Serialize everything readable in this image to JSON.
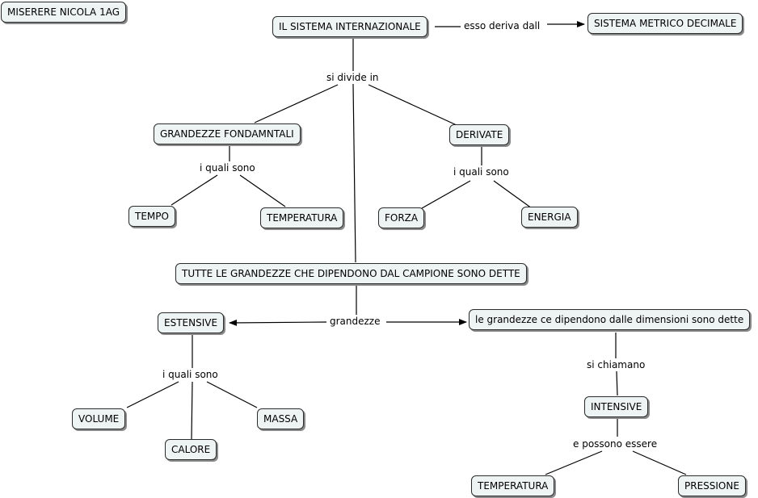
{
  "concepts": {
    "author": "MISERERE NICOLA 1AG",
    "si": "IL SISTEMA INTERNAZIONALE",
    "metrico": "SISTEMA METRICO DECIMALE",
    "fondamentali": "GRANDEZZE FONDAMNTALI",
    "derivate": "DERIVATE",
    "tempo": "TEMPO",
    "temperatura1": "TEMPERATURA",
    "forza": "FORZA",
    "energia": "ENERGIA",
    "campione": "TUTTE LE GRANDEZZE CHE DIPENDONO DAL CAMPIONE SONO DETTE",
    "estensive": "ESTENSIVE",
    "dimensioni": "le grandezze ce dipendono dalle dimensioni sono dette",
    "volume": "VOLUME",
    "calore": "CALORE",
    "massa": "MASSA",
    "intensive": "INTENSIVE",
    "temperatura2": "TEMPERATURA",
    "pressione": "PRESSIONE"
  },
  "links": {
    "esso_deriva": "esso deriva dall",
    "si_divide": "si divide in",
    "quali_sono_1": "i quali sono",
    "quali_sono_2": "i quali sono",
    "grandezze": "grandezze",
    "quali_sono_3": "i quali sono",
    "si_chiamano": "si chiamano",
    "possono_essere": "e possono essere"
  }
}
